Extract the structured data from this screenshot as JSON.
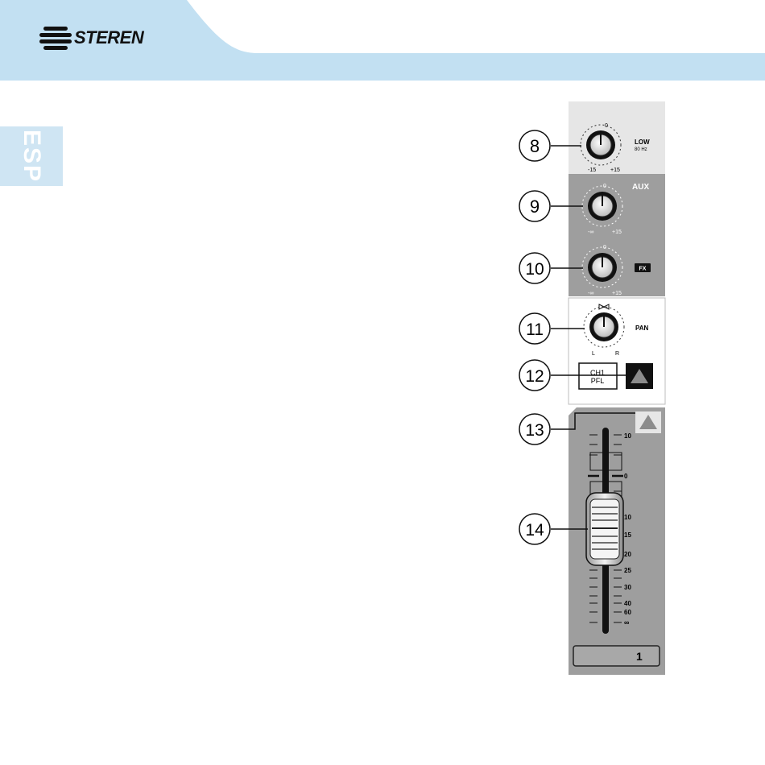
{
  "brand": {
    "name": "STEREN"
  },
  "language_tab": "ESP",
  "colors": {
    "header": "#c2e0f2",
    "tab": "#cfe5f3",
    "panel_light": "#e6e6e6",
    "panel_dark": "#9e9e9e"
  },
  "controls": {
    "low": {
      "callout": "8",
      "label": "LOW",
      "sublabel": "80 Hz",
      "top": "0",
      "min": "-15",
      "max": "+15"
    },
    "aux": {
      "callout": "9",
      "section": "AUX",
      "top": "0",
      "min": "-∞",
      "max": "+15"
    },
    "fx": {
      "callout": "10",
      "badge": "FX",
      "top": "0",
      "min": "-∞",
      "max": "+15"
    },
    "pan": {
      "callout": "11",
      "label": "PAN",
      "left": "L",
      "right": "R"
    },
    "pfl": {
      "callout": "12",
      "line1": "CH1",
      "line2": "PFL"
    },
    "peak": {
      "callout": "13"
    },
    "fader": {
      "callout": "14",
      "scale": [
        "10",
        "0",
        "10",
        "15",
        "20",
        "25",
        "30",
        "40",
        "60",
        "∞"
      ]
    },
    "channel": "1"
  }
}
